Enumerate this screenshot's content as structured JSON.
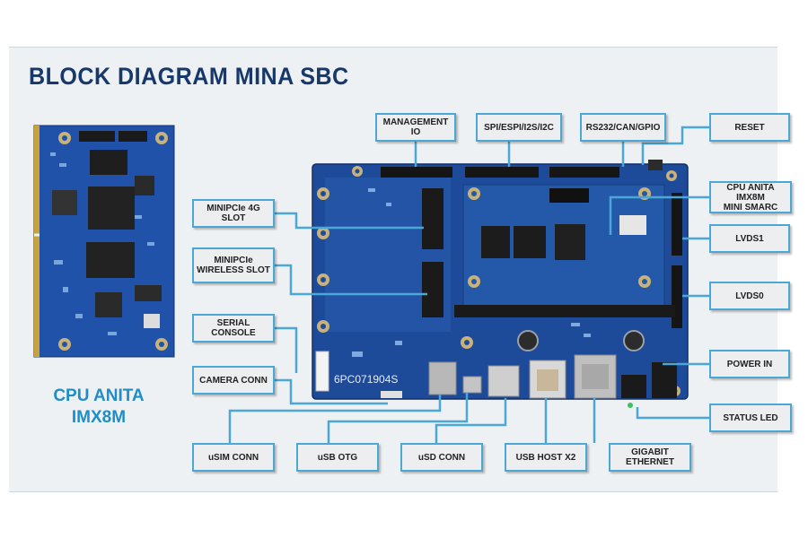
{
  "title": "BLOCK DIAGRAM MINA SBC",
  "cpu_module": {
    "caption_line1": "CPU ANITA",
    "caption_line2": "IMX8M"
  },
  "board_silkscreen": "6PC071904S",
  "colors": {
    "accent": "#4aa7d6",
    "title": "#16386a",
    "caption": "#1f8dc8",
    "pcb": "#1e4a9a"
  },
  "labels": {
    "management_io": "MANAGEMENT IO",
    "spi_espi_i2s_i2c": "SPI/ESPI/I2S/I2C",
    "rs232_can_gpio": "RS232/CAN/GPIO",
    "reset": "RESET",
    "cpu_anita": "CPU ANITA IMX8M\nMINI SMARC",
    "lvds1": "LVDS1",
    "lvds0": "LVDS0",
    "power_in": "POWER IN",
    "status_led": "STATUS LED",
    "minipcie_4g": "MINIPCIe 4G SLOT",
    "minipcie_wireless": "MINIPCIe\nWIRELESS SLOT",
    "serial_console": "SERIAL CONSOLE",
    "camera_conn": "CAMERA CONN",
    "usim_conn": "uSIM CONN",
    "usb_otg": "uSB OTG",
    "usd_conn": "uSD CONN",
    "usb_host_x2": "USB HOST X2",
    "gigabit_ethernet": "GIGABIT\nETHERNET"
  }
}
